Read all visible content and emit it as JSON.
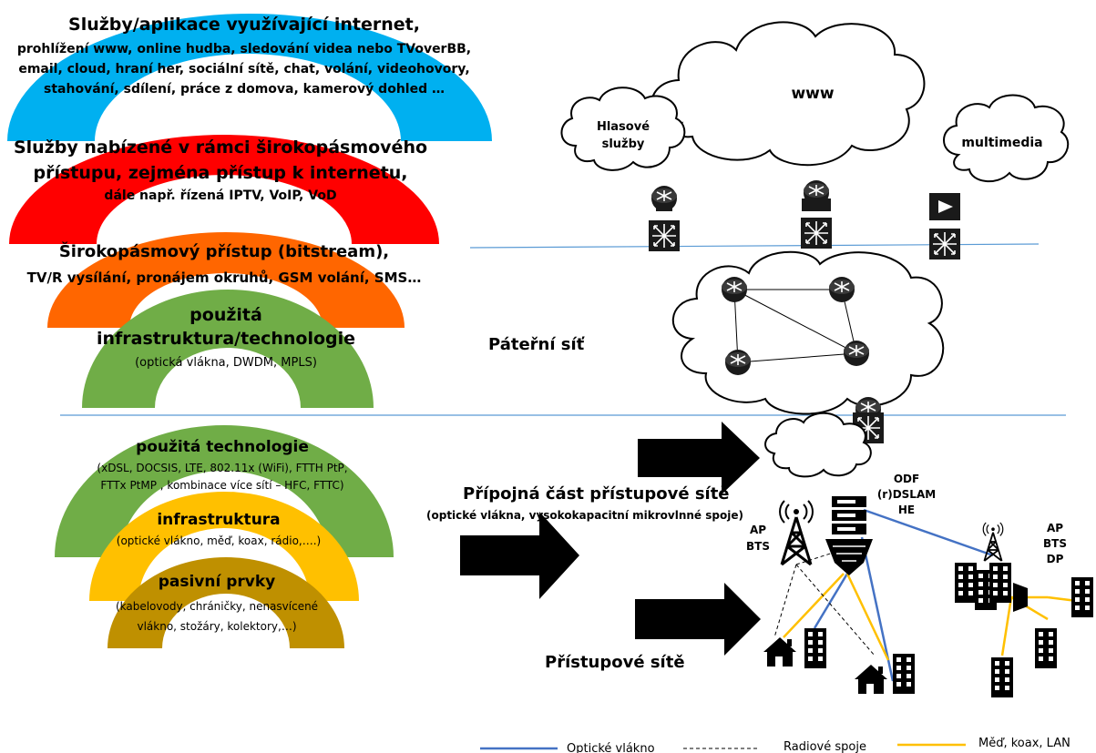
{
  "arches_upper": {
    "services_title": "Služby/aplikace využívající internet,",
    "services_l1": "prohlížení www, online hudba, sledování videa nebo TVoverBB,",
    "services_l2": "email, cloud, hraní her, sociální sítě, chat, volání, videohovory,",
    "services_l3": "stahování, sdílení, práce z domova, kamerový dohled …",
    "broadband_services_l1": "Služby nabízené v rámci širokopásmového",
    "broadband_services_l2": "přístupu, zejména přístup k internetu,",
    "broadband_services_l3": "dále např.  řízená IPTV, VoIP, VoD",
    "bitstream_l1": "Širokopásmový přístup (bitstream),",
    "bitstream_l2": "TV/R vysílání, pronájem okruhů, GSM volání, SMS…",
    "infra_tech_l1": "použitá",
    "infra_tech_l2": "infrastruktura/technologie",
    "infra_tech_l3": "(optická vlákna, DWDM, MPLS)"
  },
  "arches_lower": {
    "tech_title": "použitá technologie",
    "tech_l1": "(xDSL, DOCSIS, LTE, 802.11x (WiFi), FTTH PtP,",
    "tech_l2": "FTTx PtMP , kombinace více sítí – HFC, FTTC)",
    "infra_title": "infrastruktura",
    "infra_l1": "(optické vlákno, měď, koax, rádio,….)",
    "passive_title": "pasivní prvky",
    "passive_l1": "(kabelovody, chráničky, nenasvícené",
    "passive_l2": "vlákno, stožáry, kolektory,…)"
  },
  "network": {
    "cloud_voice_l1": "Hlasové",
    "cloud_voice_l2": "služby",
    "cloud_www": "www",
    "cloud_multimedia": "multimedia",
    "backbone_label": "Páteřní síť",
    "feeder_title": "Přípojná část přístupové sítě",
    "feeder_sub": "(optické vlákna, vysokokapacitní mikrovlnné spoje)",
    "access_label": "Přístupové sítě",
    "odf_l1": "ODF",
    "odf_l2": "(r)DSLAM",
    "odf_l3": "HE",
    "ap1_l1": "AP",
    "ap1_l2": "BTS",
    "ap2_l1": "AP",
    "ap2_l2": "BTS",
    "ap2_l3": "DP"
  },
  "legend": {
    "fiber": "Optické vlákno",
    "radio": "Radiové spoje",
    "copper": "Měď, koax, LAN"
  },
  "colors": {
    "blue_arch": "#00b0f0",
    "red_arch": "#ff0000",
    "orange_arch": "#ff6600",
    "green_arch": "#70ad47",
    "yellow_arch": "#ffc000",
    "brown_arch": "#bf9000",
    "fiber_line": "#4472c4",
    "copper_line": "#ffc000",
    "divider": "#5b9bd5"
  },
  "icons": [
    "router-icon",
    "switch-icon",
    "server-rack-icon",
    "antenna-tower-icon",
    "house-icon",
    "building-icon",
    "arrow-right-icon",
    "cloud-icon"
  ]
}
